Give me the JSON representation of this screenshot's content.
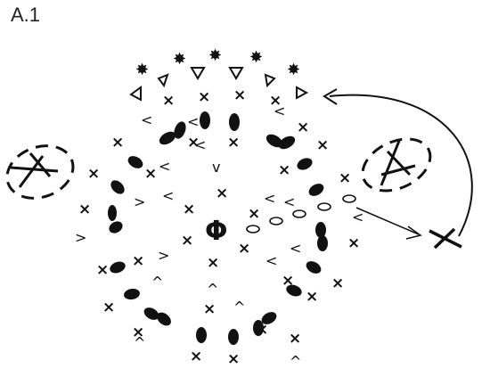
{
  "title": "A.1",
  "center_symbol": "Φ",
  "colors": {
    "ink": "#111111",
    "background": "#ffffff"
  },
  "legend_symbols": [
    "star",
    "triangle",
    "x-cross",
    "v-mark",
    "oval-dark",
    "oval-open",
    "dashed-loop",
    "arrow"
  ]
}
